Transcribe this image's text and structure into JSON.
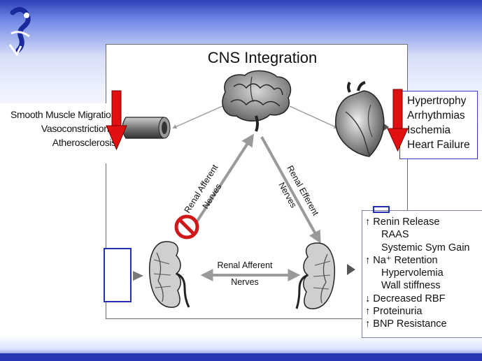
{
  "title": "CNS Integration",
  "vascular_effects": [
    "Smooth Muscle Migration",
    "Vasoconstriction ↑",
    "Atherosclerosis"
  ],
  "cardiac_effects": [
    "Hypertrophy",
    "Arrhythmias",
    "Ischemia",
    "Heart Failure"
  ],
  "renal_effects": [
    {
      "text": "↑ Renin Release",
      "indent": false
    },
    {
      "text": "RAAS",
      "indent": true
    },
    {
      "text": "Systemic Sym Gain",
      "indent": true
    },
    {
      "text": "↑ Na⁺ Retention",
      "indent": false
    },
    {
      "text": "Hypervolemia",
      "indent": true
    },
    {
      "text": "Wall stiffness",
      "indent": true
    },
    {
      "text": "↓ Decreased RBF",
      "indent": false
    },
    {
      "text": "↑ Proteinuria",
      "indent": false
    },
    {
      "text": "↑ BNP Resistance",
      "indent": false
    }
  ],
  "labels": {
    "afferent_diag_1": "Renal Afferent",
    "afferent_diag_2": "Nerves",
    "efferent_diag_1": "Renal Efferent",
    "efferent_diag_2": "Nerves",
    "afferent_horiz_1": "Renal Afferent",
    "afferent_horiz_2": "Nerves"
  },
  "colors": {
    "down_arrow": "#e01010",
    "prohibit": "#d01818",
    "box_border": "#2030b0",
    "connector": "#9a9a9a"
  },
  "icons": [
    "brain-illustration",
    "heart-illustration",
    "artery-illustration",
    "kidney-illustration",
    "prohibition-icon",
    "logo-icon"
  ]
}
